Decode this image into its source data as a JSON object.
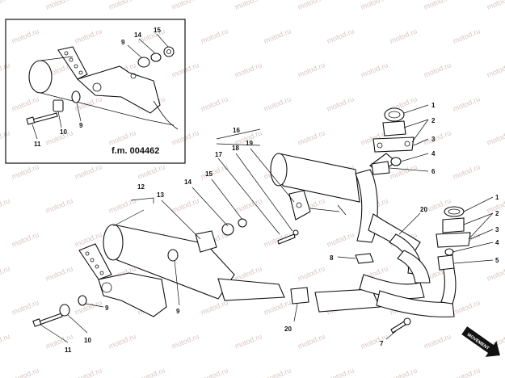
{
  "inset": {
    "reference": "f.m. 004462",
    "callouts": {
      "c9a": "9",
      "c14": "14",
      "c15": "15",
      "c10": "10",
      "c9b": "9",
      "c11": "11"
    }
  },
  "main": {
    "callouts": {
      "c16": "16",
      "c17": "17",
      "c18": "18",
      "c19": "19",
      "c12": "12",
      "c13": "13",
      "c14": "14",
      "c15": "15",
      "c9l": "9",
      "c10": "10",
      "c11": "11",
      "c9": "9",
      "c20": "20",
      "c20b": "20",
      "c8": "8",
      "c7": "7",
      "r1": "1",
      "r2": "2",
      "r3": "3",
      "r4": "4",
      "r6": "6",
      "s1": "1",
      "s2": "2",
      "s3": "3",
      "s4": "4",
      "s5": "5"
    }
  },
  "direction_mark": "MOVEMENT",
  "watermark": "motod.ru"
}
